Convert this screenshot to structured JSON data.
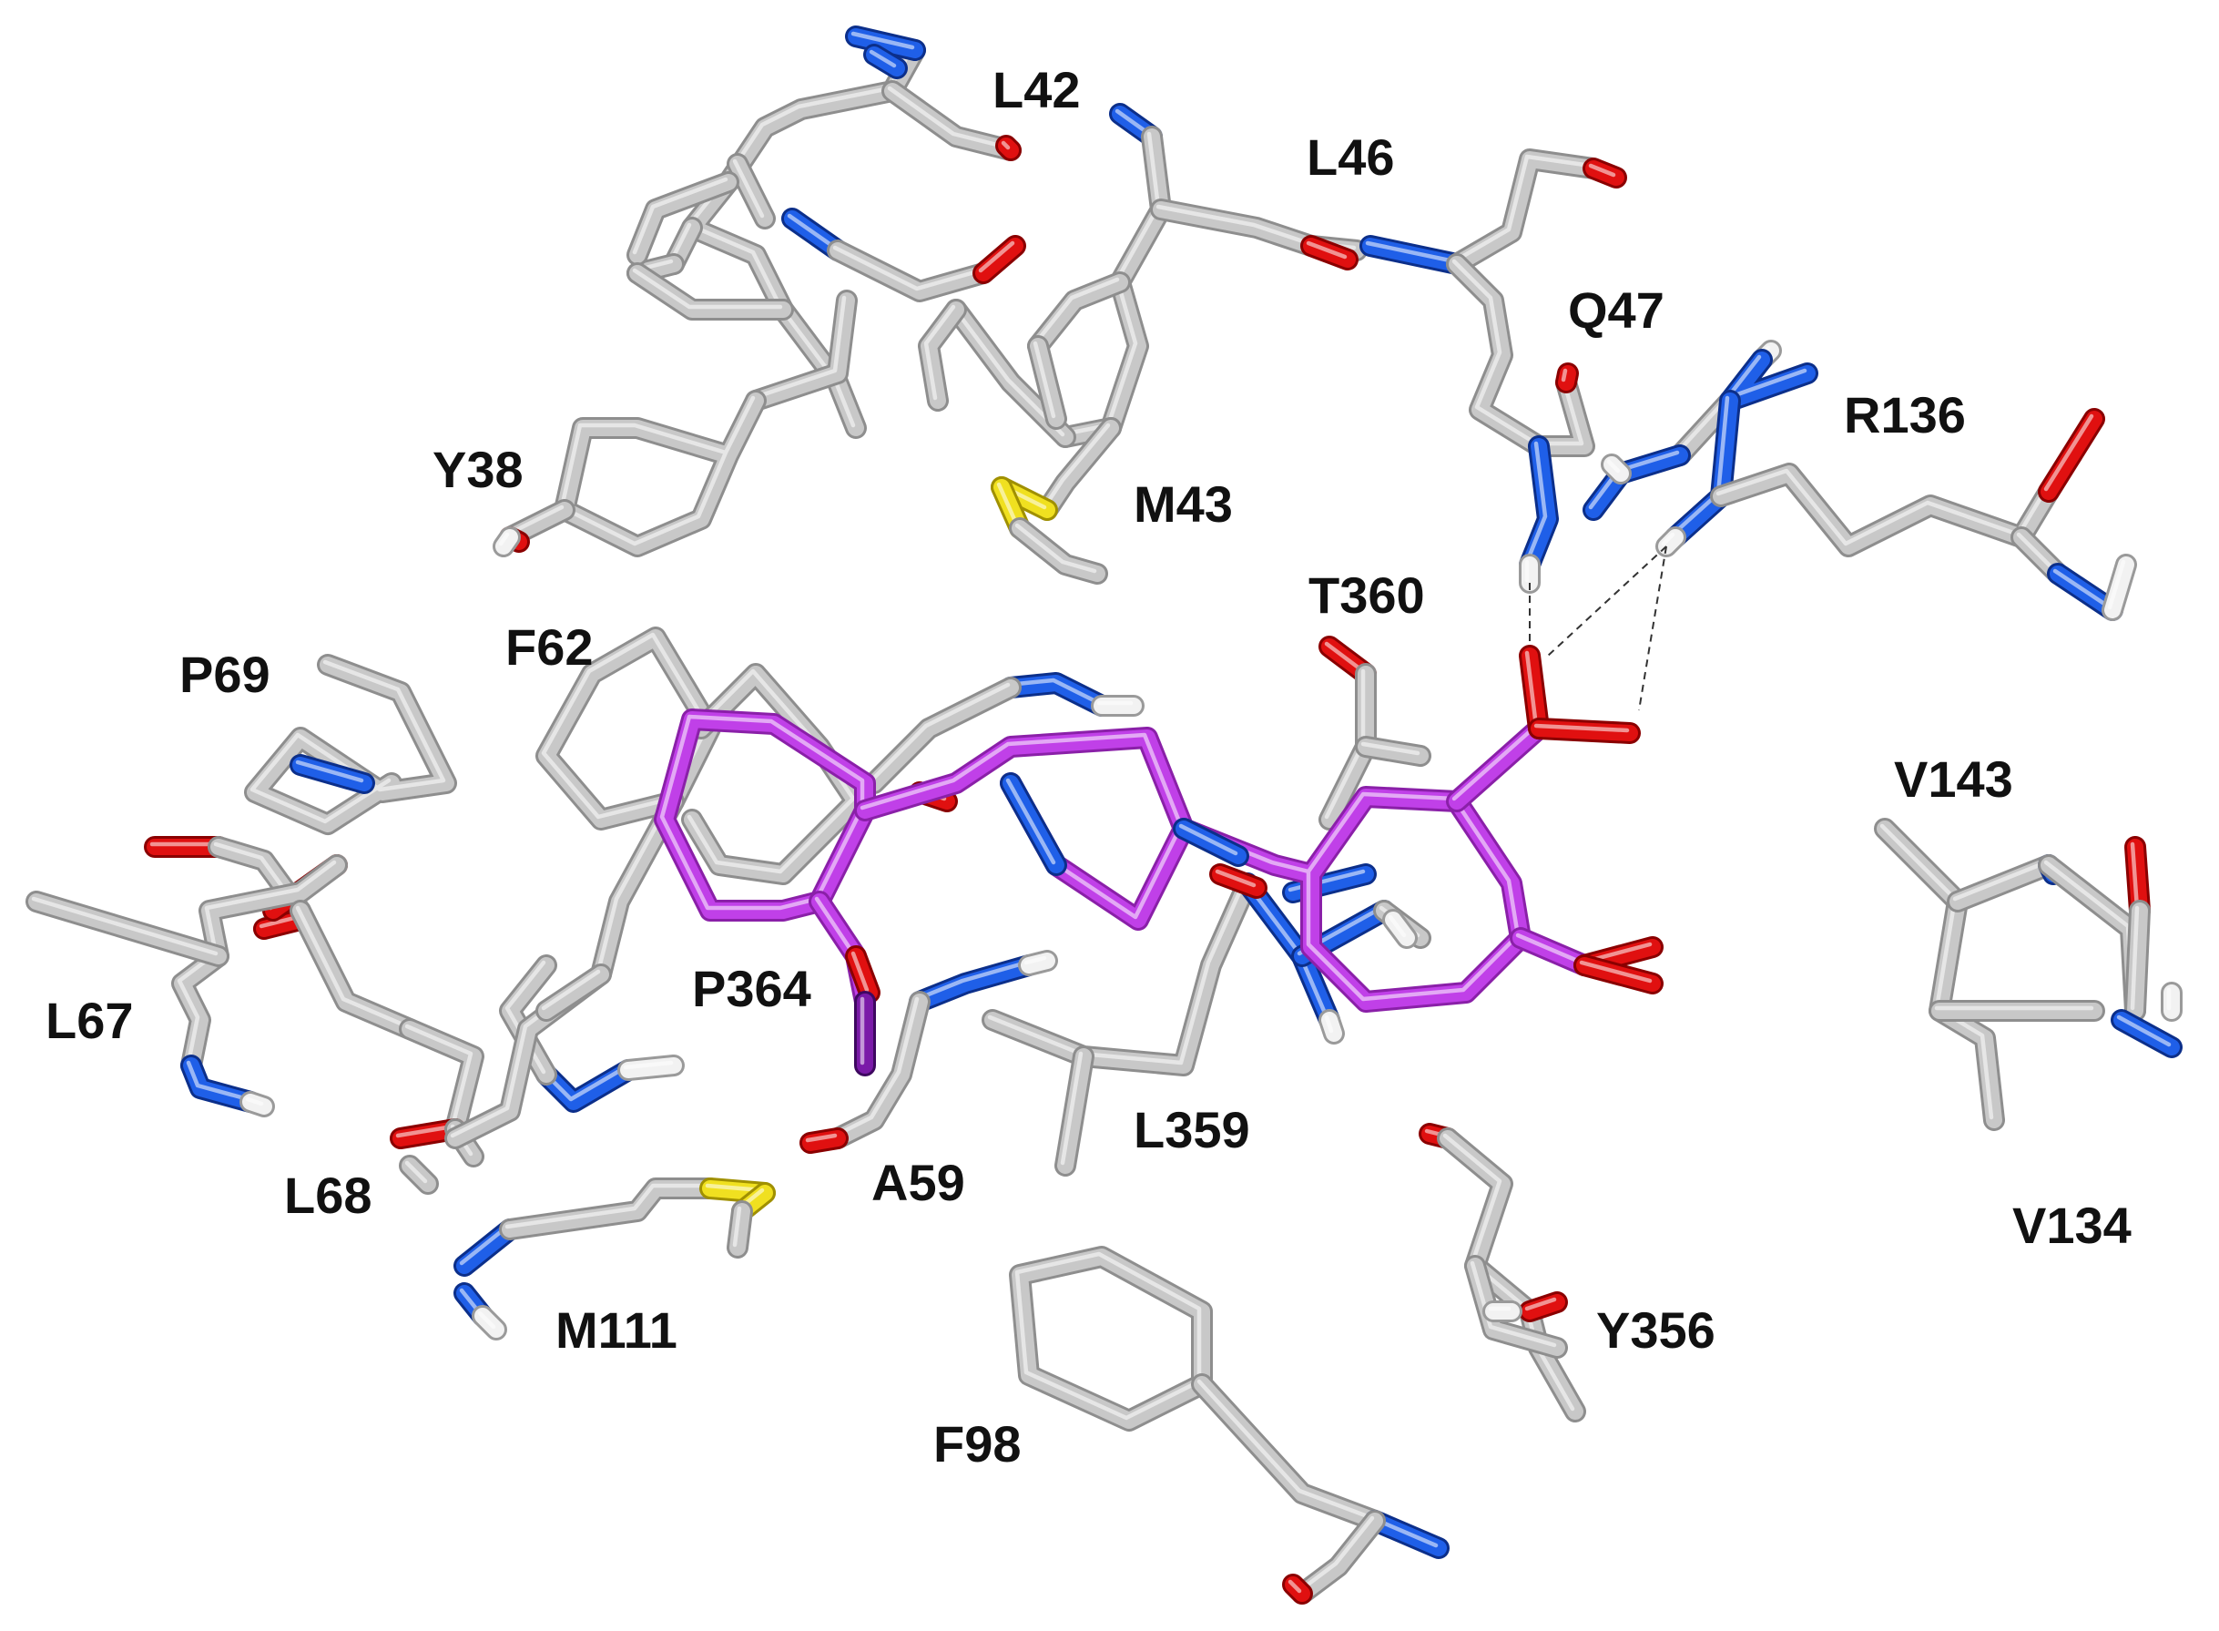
{
  "figure": {
    "colors": {
      "carbon": "#c8c8c8",
      "carbon_edge": "#8e8e8e",
      "ligand": "#c040e8",
      "ligand_edge": "#8a20a8",
      "oxygen": "#e01010",
      "nitrogen": "#1f5fe8",
      "sulfur": "#f0e020",
      "hydrogen": "#f2f2f2",
      "iodine": "#7a1aa8",
      "label": "#111111",
      "background": "#ffffff"
    },
    "labels": {
      "L42": "L42",
      "L46": "L46",
      "Q47": "Q47",
      "R136": "R136",
      "Y38": "Y38",
      "M43": "M43",
      "T360": "T360",
      "F62": "F62",
      "P69": "P69",
      "V143": "V143",
      "P364": "P364",
      "L67": "L67",
      "L359": "L359",
      "A59": "A59",
      "L68": "L68",
      "V134": "V134",
      "M111": "M111",
      "Y356": "Y356",
      "F98": "F98"
    }
  }
}
